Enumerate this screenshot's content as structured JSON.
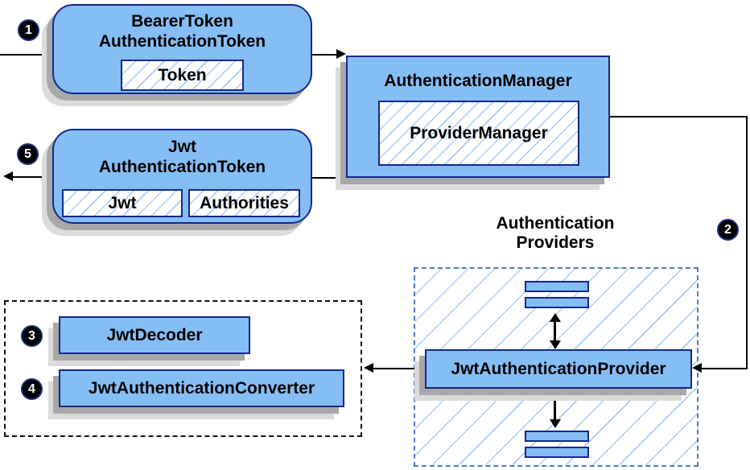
{
  "diagram": {
    "bearer_token": {
      "title_line1": "BearerToken",
      "title_line2": "AuthenticationToken",
      "field_token": "Token"
    },
    "authentication_manager": {
      "title": "AuthenticationManager",
      "field_provider_manager": "ProviderManager"
    },
    "jwt_authentication_token": {
      "title_line1": "Jwt",
      "title_line2": "AuthenticationToken",
      "field_jwt": "Jwt",
      "field_authorities": "Authorities"
    },
    "authentication_providers": {
      "label_line1": "Authentication",
      "label_line2": "Providers"
    },
    "jwt_authentication_provider": {
      "label": "JwtAuthenticationProvider"
    },
    "jwt_decoder": {
      "label": "JwtDecoder"
    },
    "jwt_authentication_converter": {
      "label": "JwtAuthenticationConverter"
    },
    "step_markers": {
      "step1": "1",
      "step2": "2",
      "step3": "3",
      "step4": "4",
      "step5": "5"
    },
    "colors": {
      "node_fill": "#85BEF5",
      "node_border": "#14288C",
      "hatch_line": "#A9CDF4",
      "providers_dash_border": "#4D7CC0",
      "decoder_dash_border": "#111111",
      "shadow_dark": "#A8A8A8",
      "shadow_light": "#DBDBDB",
      "arrow": "#000000",
      "background": "#FFFFFF"
    }
  }
}
